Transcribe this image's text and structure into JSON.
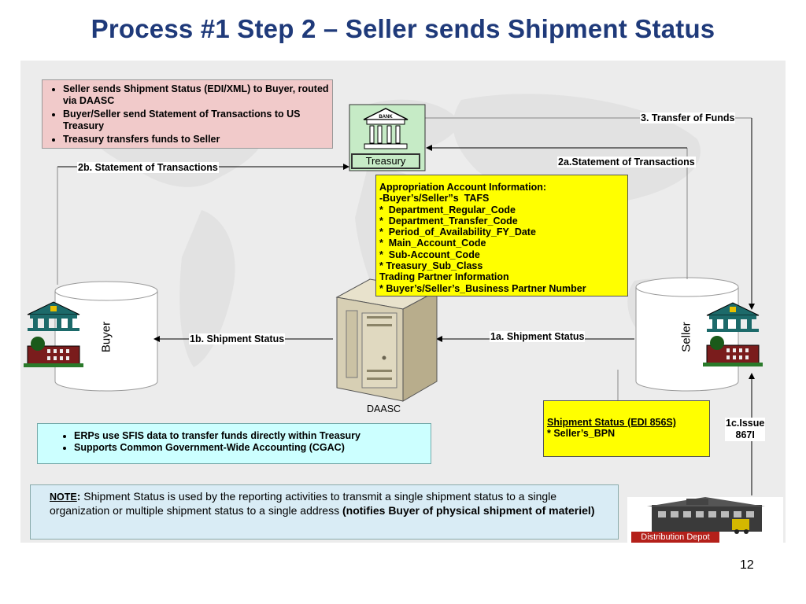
{
  "title": "Process #1  Step 2 – Seller sends Shipment Status",
  "summary_bullets": [
    "Seller sends Shipment Status (EDI/XML) to Buyer, routed via DAASC",
    "Buyer/Seller send Statement of Transactions to US Treasury",
    "Treasury transfers funds to Seller"
  ],
  "treasury_label": "Treasury",
  "bank_sign": "BANK",
  "buyer_label": "Buyer",
  "seller_label": "Seller",
  "daasc_label": "DAASC",
  "flows": {
    "transfer_of_funds": "3. Transfer of Funds",
    "statement_2b": "2b. Statement of Transactions",
    "statement_2a": "2a.Statement of Transactions",
    "shipment_1a": "1a. Shipment Status",
    "shipment_1b": "1b. Shipment Status",
    "issue_1c_line1": "1c.Issue",
    "issue_1c_line2": "867I"
  },
  "appropriation_lines": [
    "Appropriation Account Information:",
    "-Buyer’s/Seller”s  TAFS",
    "*  Department_Regular_Code",
    "*  Department_Transfer_Code",
    "*  Period_of_Availability_FY_Date",
    "*  Main_Account_Code",
    "*  Sub-Account_Code",
    "* Treasury_Sub_Class",
    "Trading Partner Information",
    "* Buyer’s/Seller’s_Business Partner Number"
  ],
  "shipment_box": {
    "heading": "Shipment Status (EDI 856S)",
    "line": "* Seller’s_BPN"
  },
  "erp_bullets": [
    "ERPs  use SFIS data to transfer funds directly within Treasury",
    "Supports Common Government-Wide Accounting (CGAC)"
  ],
  "note": {
    "label": "NOTE",
    "colon": ":",
    "text": "  Shipment Status is used by the reporting activities to transmit a single shipment status to a single organization or multiple shipment status to a single address ",
    "bold": "(notifies Buyer of physical shipment of materiel)"
  },
  "depot_label": "Distribution Depot",
  "page_number": "12",
  "colors": {
    "title": "#1f3a7a",
    "summary_bg": "#f1caca",
    "erp_bg": "#ccffff",
    "note_bg": "#d9ecf5",
    "highlight": "#ffff00",
    "treasury_bg": "#c6ebc6",
    "depot_red": "#b4201a"
  }
}
